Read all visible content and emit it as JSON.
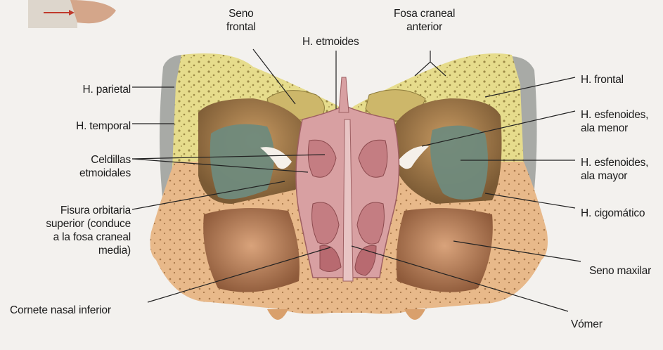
{
  "labels": {
    "seno_frontal": [
      "Seno",
      "frontal"
    ],
    "h_etmoides": "H. etmoides",
    "fosa_craneal_anterior": [
      "Fosa craneal",
      "anterior"
    ],
    "h_parietal": "H. parietal",
    "h_temporal": "H. temporal",
    "celdillas_etmoidales": [
      "Celdillas",
      "etmoidales"
    ],
    "fisura_orbitaria": [
      "Fisura orbitaria",
      "superior (conduce",
      "a la fosa craneal",
      "media)"
    ],
    "cornete_nasal_inferior": "Cornete nasal inferior",
    "h_frontal": "H. frontal",
    "h_esfenoides_ala_menor": [
      "H. esfenoides,",
      "ala menor"
    ],
    "h_esfenoides_ala_mayor": [
      "H. esfenoides,",
      "ala mayor"
    ],
    "h_cigomatico": "H. cigomático",
    "seno_maxilar": "Seno maxilar",
    "vomer": "Vómer"
  },
  "colors": {
    "bone_yellow": "#e6dc8c",
    "bone_orange": "#e0a572",
    "orbit_teal": "#6f8a7c",
    "mucosa_pink": "#d8a0a2",
    "sinus_brown": "#b97a52",
    "parietal_gray": "#a8aaa6"
  }
}
